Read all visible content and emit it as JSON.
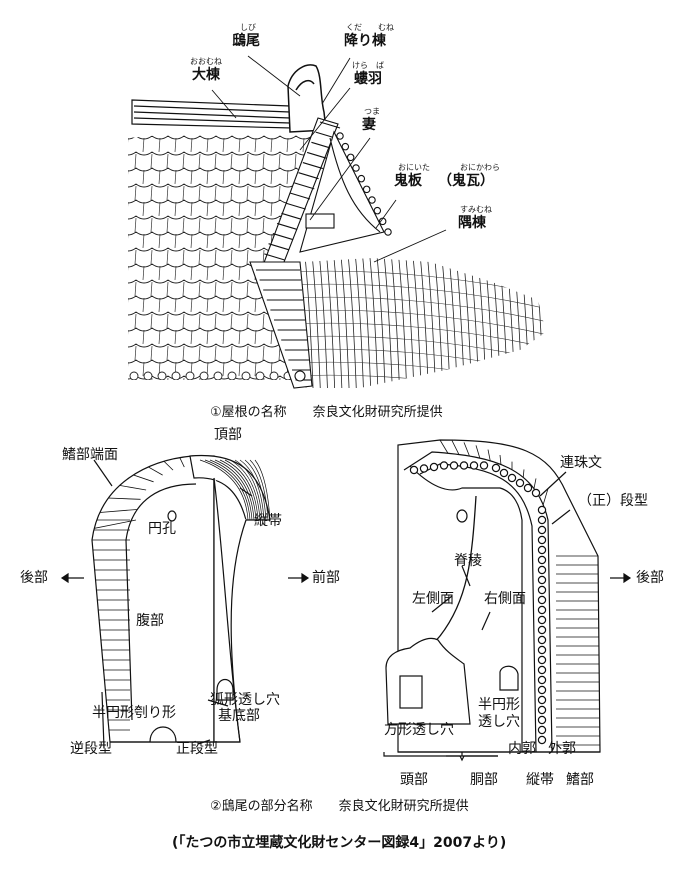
{
  "figure1": {
    "labels": {
      "shibi": {
        "text": "鴟尾",
        "ruby": "しび"
      },
      "kudarimune": {
        "text": "降り棟",
        "ruby": "くだ　　むね"
      },
      "oomune": {
        "text": "大棟",
        "ruby": "おおむね"
      },
      "keraba": {
        "text": "螻羽",
        "ruby": "けら　ば"
      },
      "tsuma": {
        "text": "妻",
        "ruby": "つま"
      },
      "oniita": {
        "text": "鬼板",
        "ruby": "おにいた"
      },
      "onigawara": {
        "text": "（鬼瓦）",
        "ruby": "おにかわら"
      },
      "sumimune": {
        "text": "隅棟",
        "ruby": "すみむね"
      }
    },
    "caption": "①屋根の名称",
    "credit": "奈良文化財研究所提供"
  },
  "figure2": {
    "left": {
      "choubu": "頂部",
      "hirebu_tanmen": "鰭部端面",
      "tatetai": "縦帯",
      "enkou": "円孔",
      "koubu": "後部",
      "zenbu": "前部",
      "fukubu": "腹部",
      "kogata": "狐形透し穴",
      "hanen_kuri": "半円形刳り形",
      "kiteibu": "基底部",
      "gyakudan": "逆段型",
      "seidan": "正段型"
    },
    "right": {
      "renju": "連珠文",
      "sei_dan": "（正）段型",
      "sekiryou": "脊稜",
      "sasokumen": "左側面",
      "usokumen": "右側面",
      "koubu": "後部",
      "hanen1": "半円形",
      "hanen2": "透し穴",
      "houkei": "方形透し穴",
      "naikaku": "内郭",
      "gaikaku": "外郭",
      "toubu": "頭部",
      "doubu": "胴部",
      "tatetai": "縦帯",
      "hirebu": "鰭部"
    },
    "caption": "②鴟尾の部分名称",
    "credit": "奈良文化財研究所提供"
  },
  "source": "(「たつの市立埋蔵文化財センター図録4」2007より)"
}
